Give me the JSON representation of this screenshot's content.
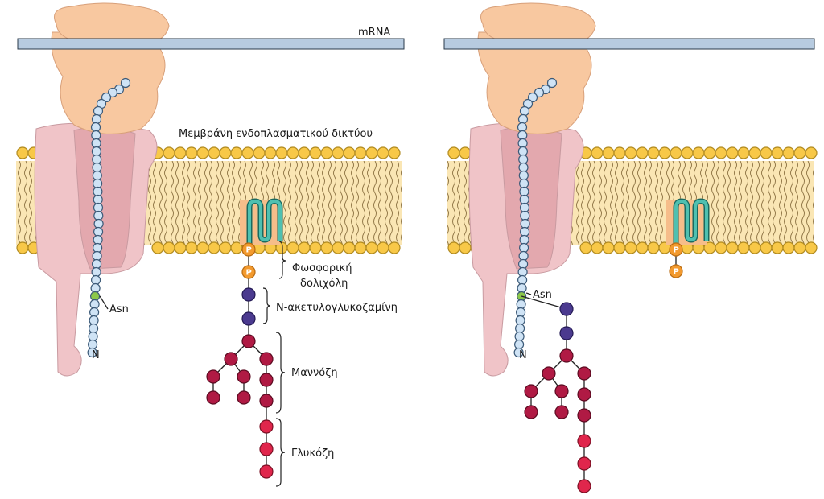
{
  "labels": {
    "mrna": "mRNA",
    "membrane": "Μεμβράνη ενδοπλασματικού δικτύου",
    "dolichol_phosphate_line1": "Φωσφορική",
    "dolichol_phosphate_line2": "δολιχόλη",
    "n_acetylglucosamine": "N-ακετυλογλυκοζαμίνη",
    "mannose": "Μαννόζη",
    "glucose": "Γλυκόζη",
    "asparagine": "Asn",
    "n_terminus": "N",
    "phosphate": "P"
  },
  "colors": {
    "ribosome": "#f8c8a0",
    "mrna": "#b7cbe0",
    "translocon_outer": "#f0c4c8",
    "translocon_inner": "#e3a8ae",
    "lipid_head": "#f8c848",
    "lipid_tail_bg": "#fae6b4",
    "dolichol": "#3aa89a",
    "dolichol_bg": "#f6bd8a",
    "peptide_bead": "#cfe3f5",
    "asn_bead": "#8cc84a",
    "phosphate": "#f39a2e",
    "glcnac": "#4b3a8f",
    "mannose": "#b01a44",
    "glucose": "#e0264c"
  },
  "panels": [
    "before-transfer",
    "after-transfer"
  ]
}
